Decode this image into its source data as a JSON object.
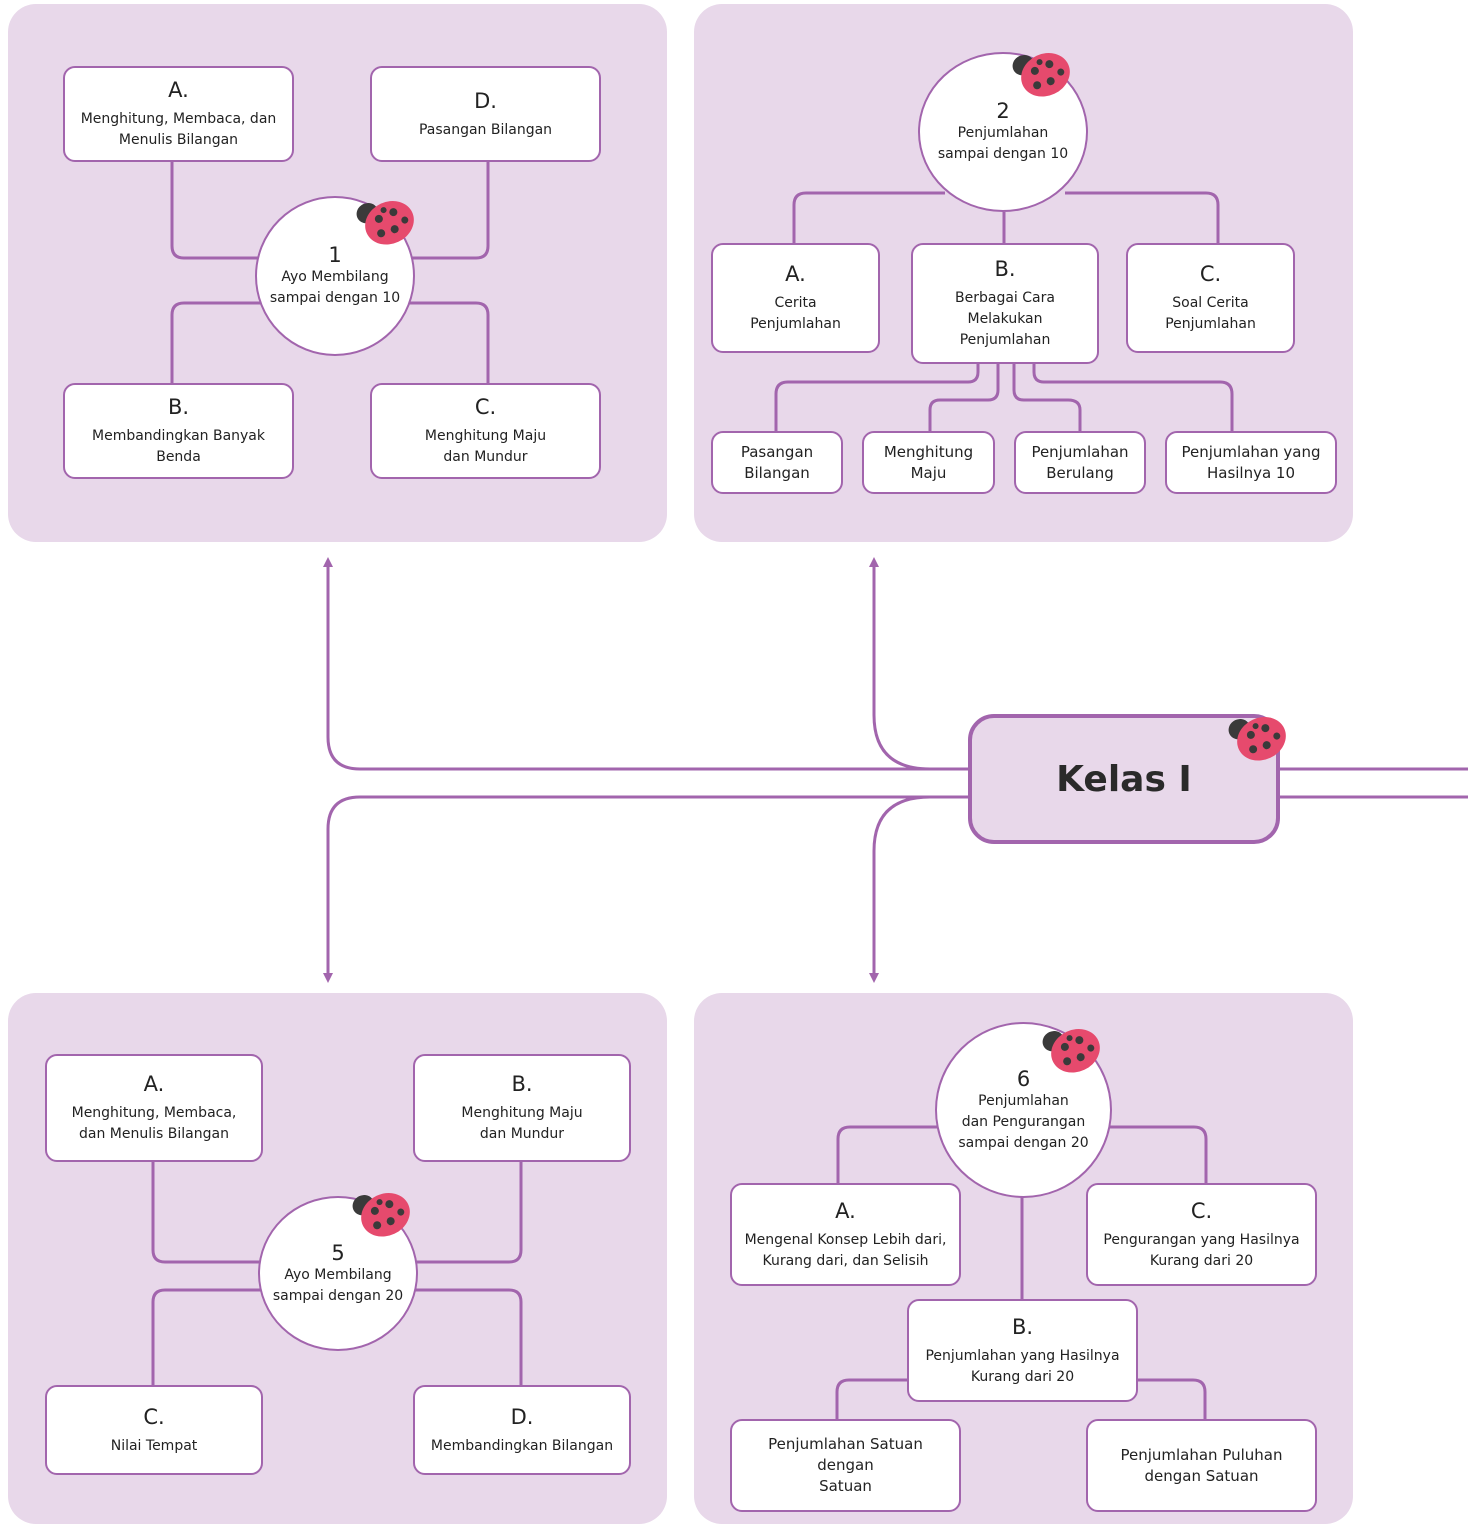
{
  "center": {
    "label": "Kelas I"
  },
  "colors": {
    "panel": "#e8d8ea",
    "line": "#a265ad",
    "ladybug": "#e64a6d",
    "spot": "#3a3a3a"
  },
  "chapters": {
    "c1": {
      "number": "1",
      "title": "Ayo Membilang\nsampai dengan 10",
      "a": {
        "letter": "A.",
        "text": "Menghitung, Membaca, dan\nMenulis Bilangan"
      },
      "b": {
        "letter": "B.",
        "text": "Membandingkan Banyak Benda"
      },
      "c": {
        "letter": "C.",
        "text": "Menghitung Maju\ndan Mundur"
      },
      "d": {
        "letter": "D.",
        "text": "Pasangan Bilangan"
      }
    },
    "c2": {
      "number": "2",
      "title": "Penjumlahan\nsampai dengan 10",
      "a": {
        "letter": "A.",
        "text": "Cerita\nPenjumlahan"
      },
      "b": {
        "letter": "B.",
        "text": "Berbagai Cara\nMelakukan\nPenjumlahan"
      },
      "c": {
        "letter": "C.",
        "text": "Soal Cerita\nPenjumlahan"
      },
      "subs": [
        "Pasangan\nBilangan",
        "Menghitung\nMaju",
        "Penjumlahan\nBerulang",
        "Penjumlahan yang\nHasilnya 10"
      ]
    },
    "c5": {
      "number": "5",
      "title": "Ayo Membilang\nsampai dengan 20",
      "a": {
        "letter": "A.",
        "text": "Menghitung, Membaca,\ndan Menulis Bilangan"
      },
      "b": {
        "letter": "B.",
        "text": "Menghitung Maju\ndan Mundur"
      },
      "c": {
        "letter": "C.",
        "text": "Nilai Tempat"
      },
      "d": {
        "letter": "D.",
        "text": "Membandingkan Bilangan"
      }
    },
    "c6": {
      "number": "6",
      "title": "Penjumlahan\ndan Pengurangan\nsampai dengan 20",
      "a": {
        "letter": "A.",
        "text": "Mengenal Konsep Lebih dari,\nKurang dari, dan Selisih"
      },
      "b": {
        "letter": "B.",
        "text": "Penjumlahan yang Hasilnya\nKurang dari 20"
      },
      "c": {
        "letter": "C.",
        "text": "Pengurangan yang Hasilnya\nKurang dari 20"
      },
      "subs": [
        "Penjumlahan Satuan dengan\nSatuan",
        "Penjumlahan Puluhan\ndengan Satuan"
      ]
    }
  }
}
